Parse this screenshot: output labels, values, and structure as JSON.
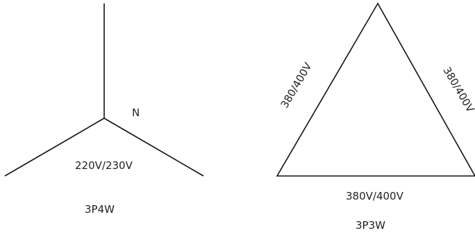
{
  "star": {
    "neutral_label": "N",
    "voltage_label": "220V/230V",
    "system_label": "3P4W"
  },
  "delta": {
    "left_side_label": "380/400V",
    "right_side_label": "380/400V",
    "bottom_side_label": "380V/400V",
    "system_label": "3P3W"
  },
  "colors": {
    "line": "#111111",
    "text": "#222222",
    "background": "#ffffff"
  }
}
